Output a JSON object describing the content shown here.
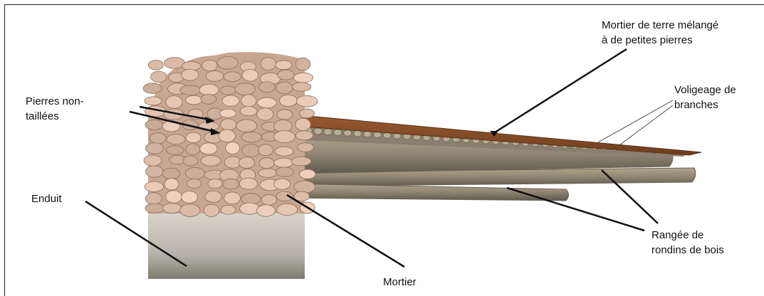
{
  "labels": {
    "mortier_terre": "Mortier de terre mélangé\nà de petites pierres",
    "voligeage": "Voligeage de\nbranches",
    "pierres": "Pierres non-\ntaillées",
    "enduit": "Enduit",
    "mortier": "Mortier",
    "rangee": "Rangée de\nrondins de bois"
  }
}
